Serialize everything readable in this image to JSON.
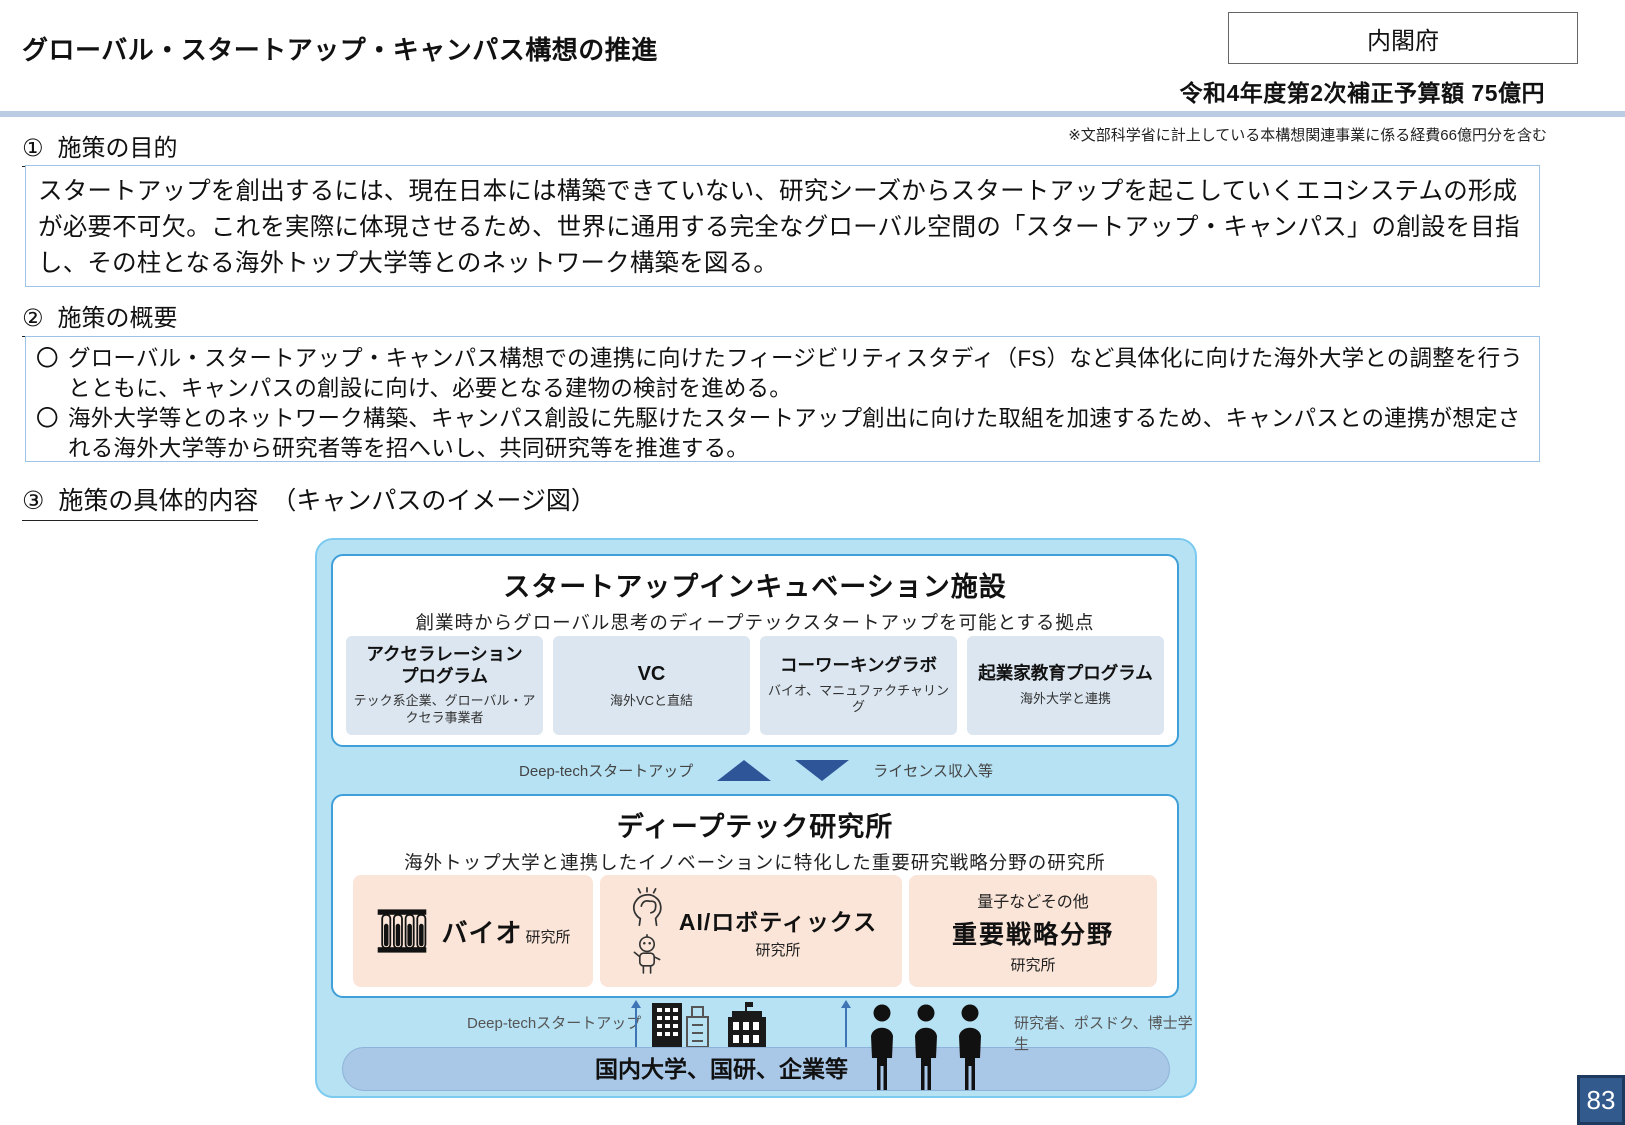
{
  "header": {
    "title": "グローバル・スタートアップ・キャンパス構想の推進",
    "agency": "内閣府",
    "budget": "令和4年度第2次補正予算額 75億円",
    "note": "※文部科学省に計上している本構想関連事業に係る経費66億円分を含む"
  },
  "section1": {
    "num": "①",
    "label": "施策の目的",
    "body": "スタートアップを創出するには、現在日本には構築できていない、研究シーズからスタートアップを起こしていくエコシステムの形成が必要不可欠。これを実際に体現させるため、世界に通用する完全なグローバル空間の「スタートアップ・キャンパス」の創設を目指し、その柱となる海外トップ大学等とのネットワーク構築を図る。"
  },
  "section2": {
    "num": "②",
    "label": "施策の概要",
    "marker": "〇",
    "bullets": [
      "グローバル・スタートアップ・キャンパス構想での連携に向けたフィージビリティスタディ（FS）など具体化に向けた海外大学との調整を行うとともに、キャンパスの創設に向け、必要となる建物の検討を進める。",
      "海外大学等とのネットワーク構築、キャンパス創設に先駆けたスタートアップ創出に向けた取組を加速するため、キャンパスとの連携が想定される海外大学等から研究者等を招へいし、共同研究等を推進する。"
    ]
  },
  "section3": {
    "num": "③",
    "label": "施策の具体的内容",
    "suffix": "（キャンパスのイメージ図）"
  },
  "diagram": {
    "incubation": {
      "title": "スタートアップインキュベーション施設",
      "subtitle": "創業時からグローバル思考のディープテックスタートアップを可能とする拠点",
      "items": [
        {
          "title": "アクセラレーション\nプログラム",
          "desc": "テック系企業、グローバル・アクセラ事業者"
        },
        {
          "title": "VC",
          "desc": "海外VCと直結"
        },
        {
          "title": "コーワーキングラボ",
          "desc": "バイオ、マニュファクチャリング"
        },
        {
          "title": "起業家教育プログラム",
          "desc": "海外大学と連携"
        }
      ]
    },
    "flow": {
      "left": "Deep-techスタートアップ",
      "right": "ライセンス収入等"
    },
    "research": {
      "title": "ディープテック研究所",
      "subtitle": "海外トップ大学と連携したイノベーションに特化した重要研究戦略分野の研究所",
      "labs": [
        {
          "name": "バイオ",
          "suffix": "研究所"
        },
        {
          "name": "AI/ロボティックス",
          "suffix": "研究所"
        },
        {
          "pre": "量子などその他",
          "name": "重要戦略分野",
          "suffix": "研究所"
        }
      ]
    },
    "bottom": {
      "left_label": "Deep-techスタートアップ",
      "right_label": "研究者、ポスドク、博士学生",
      "bar_label": "国内大学、国研、企業等"
    }
  },
  "page_number": "83",
  "colors": {
    "divider": "#b9cce4",
    "container_blue": "#b6e2f4",
    "box_border_blue": "#3f9fd8",
    "sub_box_blue": "#dbe6f0",
    "lab_peach": "#fbe5d8",
    "flow_arrow_blue": "#2e5597",
    "bottom_bar_blue": "#a9c7e7",
    "page_badge_blue": "#335a8d"
  }
}
